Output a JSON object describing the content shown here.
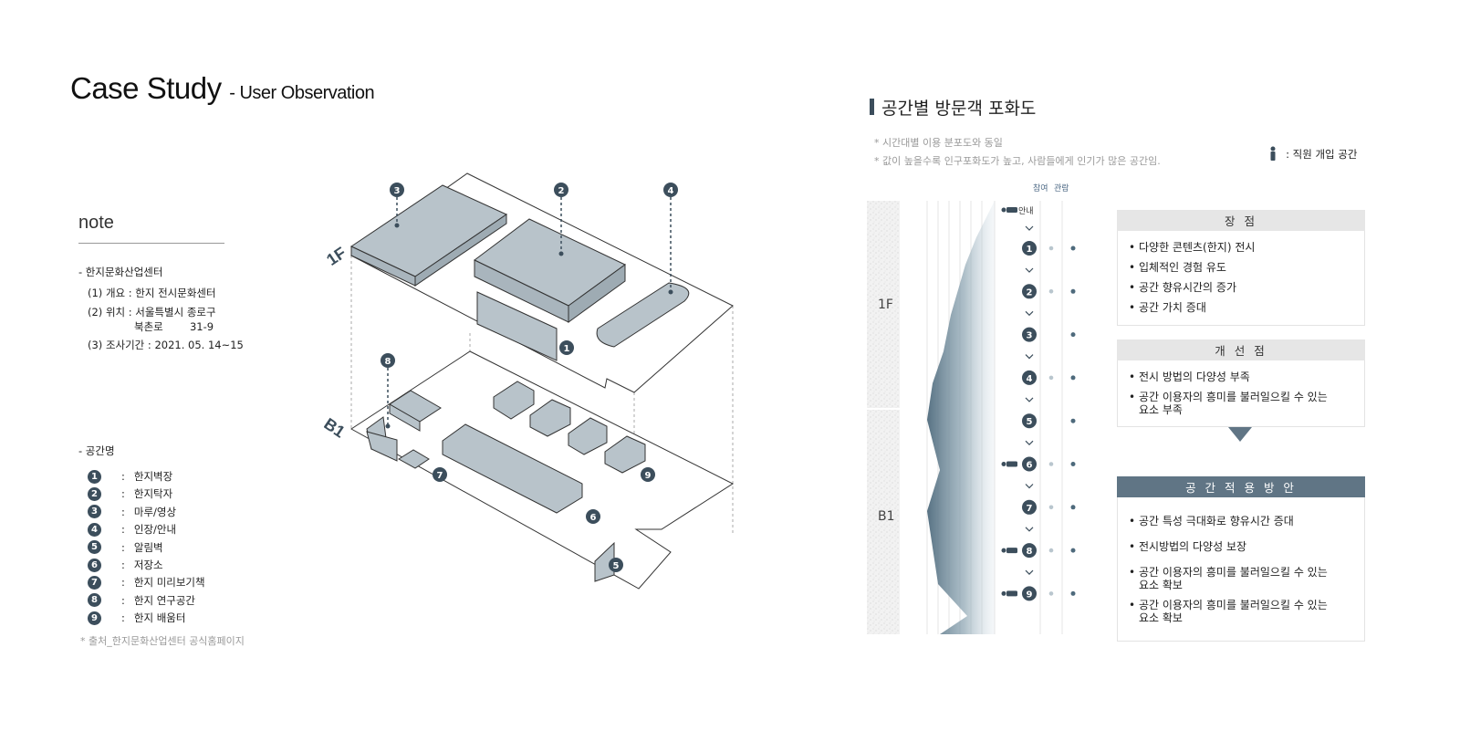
{
  "header": {
    "title": "Case Study",
    "subtitle": "- User Observation"
  },
  "note": {
    "title": "note",
    "center": "- 한지문화산업센터",
    "overview": "(1) 개요 : 한지 전시문화센터",
    "location_1": "(2) 위치 : 서울특별시 종로구",
    "location_2": "북촌로        31-9",
    "period": "(3) 조사기간 : 2021. 05. 14~15"
  },
  "spaces": {
    "heading": "- 공간명",
    "items": [
      {
        "num": "1",
        "name": "한지벽장"
      },
      {
        "num": "2",
        "name": "한지탁자"
      },
      {
        "num": "3",
        "name": "마루/영상"
      },
      {
        "num": "4",
        "name": "인장/안내"
      },
      {
        "num": "5",
        "name": "알림벽"
      },
      {
        "num": "6",
        "name": "저장소"
      },
      {
        "num": "7",
        "name": "한지 미리보기책"
      },
      {
        "num": "8",
        "name": "한지 연구공간"
      },
      {
        "num": "9",
        "name": "한지 배움터"
      }
    ],
    "colon": ":"
  },
  "source": "* 출처_한지문화산업센터 공식홈페이지",
  "diagram": {
    "floor_1f": "1F",
    "floor_b1": "B1",
    "markers": [
      "1",
      "2",
      "3",
      "4",
      "5",
      "6",
      "7",
      "8",
      "9"
    ],
    "colors": {
      "block": "#b8c3ca",
      "outline": "#3a3a3a",
      "marker": "#3c4e5c"
    }
  },
  "saturation": {
    "title": "공간별 방문객 포화도",
    "note_1": "* 시간대별 이용 분포도와 동일",
    "note_2": "* 값이 높을수록 인구포화도가 높고, 사람들에게 인기가 많은 공간임.",
    "staff_legend": ":  직원 개입 공간",
    "col_participate": "참여",
    "col_view": "관람",
    "guide_label": "안내",
    "floor_1f": "1F",
    "floor_b1": "B1",
    "rows": [
      "1",
      "2",
      "3",
      "4",
      "5",
      "6",
      "7",
      "8",
      "9"
    ],
    "staff_rows": [
      "guide",
      "6",
      "8",
      "9"
    ],
    "participate_dot_rows": [
      "1",
      "2",
      "4",
      "6",
      "7",
      "8",
      "9"
    ],
    "view_dot_rows": [
      "1",
      "2",
      "3",
      "4",
      "5",
      "6",
      "7",
      "8",
      "9"
    ],
    "colors": {
      "accent": "#3c4e5c",
      "density": "#4e6a7c",
      "panel": "#e6e6e6"
    }
  },
  "pros": {
    "heading": "장 점",
    "items": [
      "다양한 콘텐츠(한지) 전시",
      "입체적인 경험 유도",
      "공간 향유시간의 증가",
      "공간 가치 증대"
    ]
  },
  "improvements": {
    "heading": "개 선 점",
    "items": [
      "전시 방법의 다양성 부족",
      "공간 이용자의 흥미를 불러일으킬 수 있는",
      "요소 부족"
    ]
  },
  "proposal": {
    "heading": "공 간 적 용 방 안",
    "items": [
      "공간 특성 극대화로 향유시간 증대",
      "전시방법의 다양성 보장",
      "공간 이용자의 흥미를 불러일으킬 수 있는",
      "요소 확보",
      "공간 이용자의 흥미를 불러일으킬 수 있는",
      "요소 확보"
    ]
  }
}
